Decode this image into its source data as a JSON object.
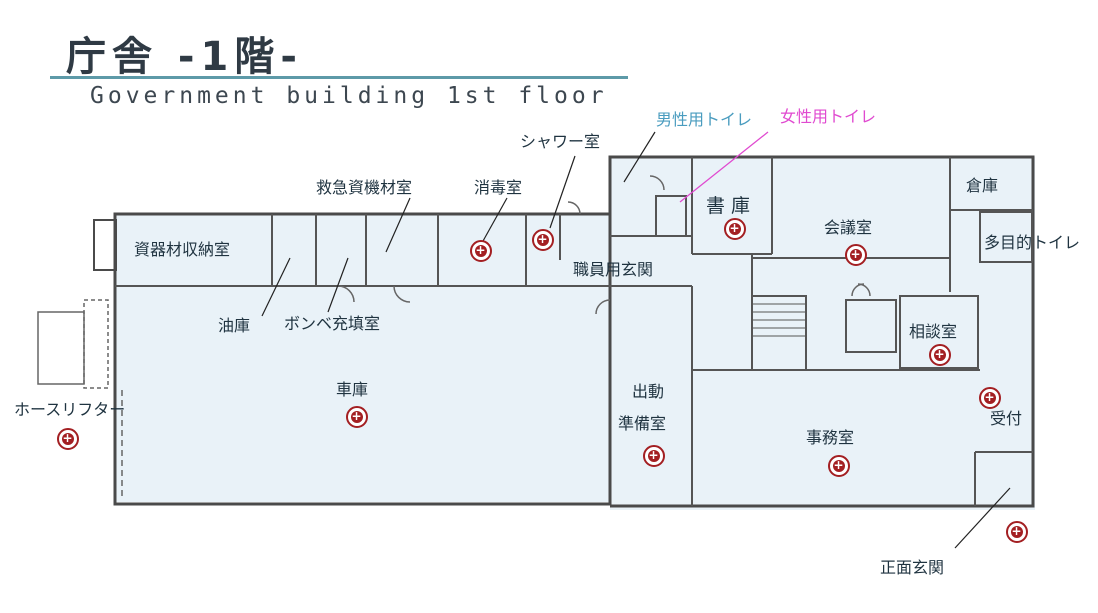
{
  "header": {
    "title": "庁舎 -1階-",
    "subtitle": "Government building 1st floor"
  },
  "rooms": {
    "storage_materials": "資器材収納室",
    "emergency_equipment": "救急資機材室",
    "disinfection": "消毒室",
    "shower": "シャワー室",
    "mens_toilet": "男性用トイレ",
    "womens_toilet": "女性用トイレ",
    "archive": "書 庫",
    "meeting_room": "会議室",
    "warehouse": "倉庫",
    "multipurpose_toilet": "多目的トイレ",
    "staff_entrance": "職員用玄関",
    "oil_storage": "油庫",
    "cylinder_filling": "ボンベ充填室",
    "consultation": "相談室",
    "garage": "車庫",
    "dispatch_prep_1": "出動",
    "dispatch_prep_2": "準備室",
    "office": "事務室",
    "reception": "受付",
    "hose_lifter": "ホースリフター",
    "main_entrance": "正面玄関"
  },
  "colors": {
    "room_fill": "#e9f2f8",
    "wall": "#4a4a4a",
    "marker": "#a31f22",
    "mens_label": "#4a9cbf",
    "womens_label": "#e04ad0",
    "title_rule": "#5d9aa8"
  },
  "icons": {
    "marker": "first-aid-marker-icon"
  }
}
